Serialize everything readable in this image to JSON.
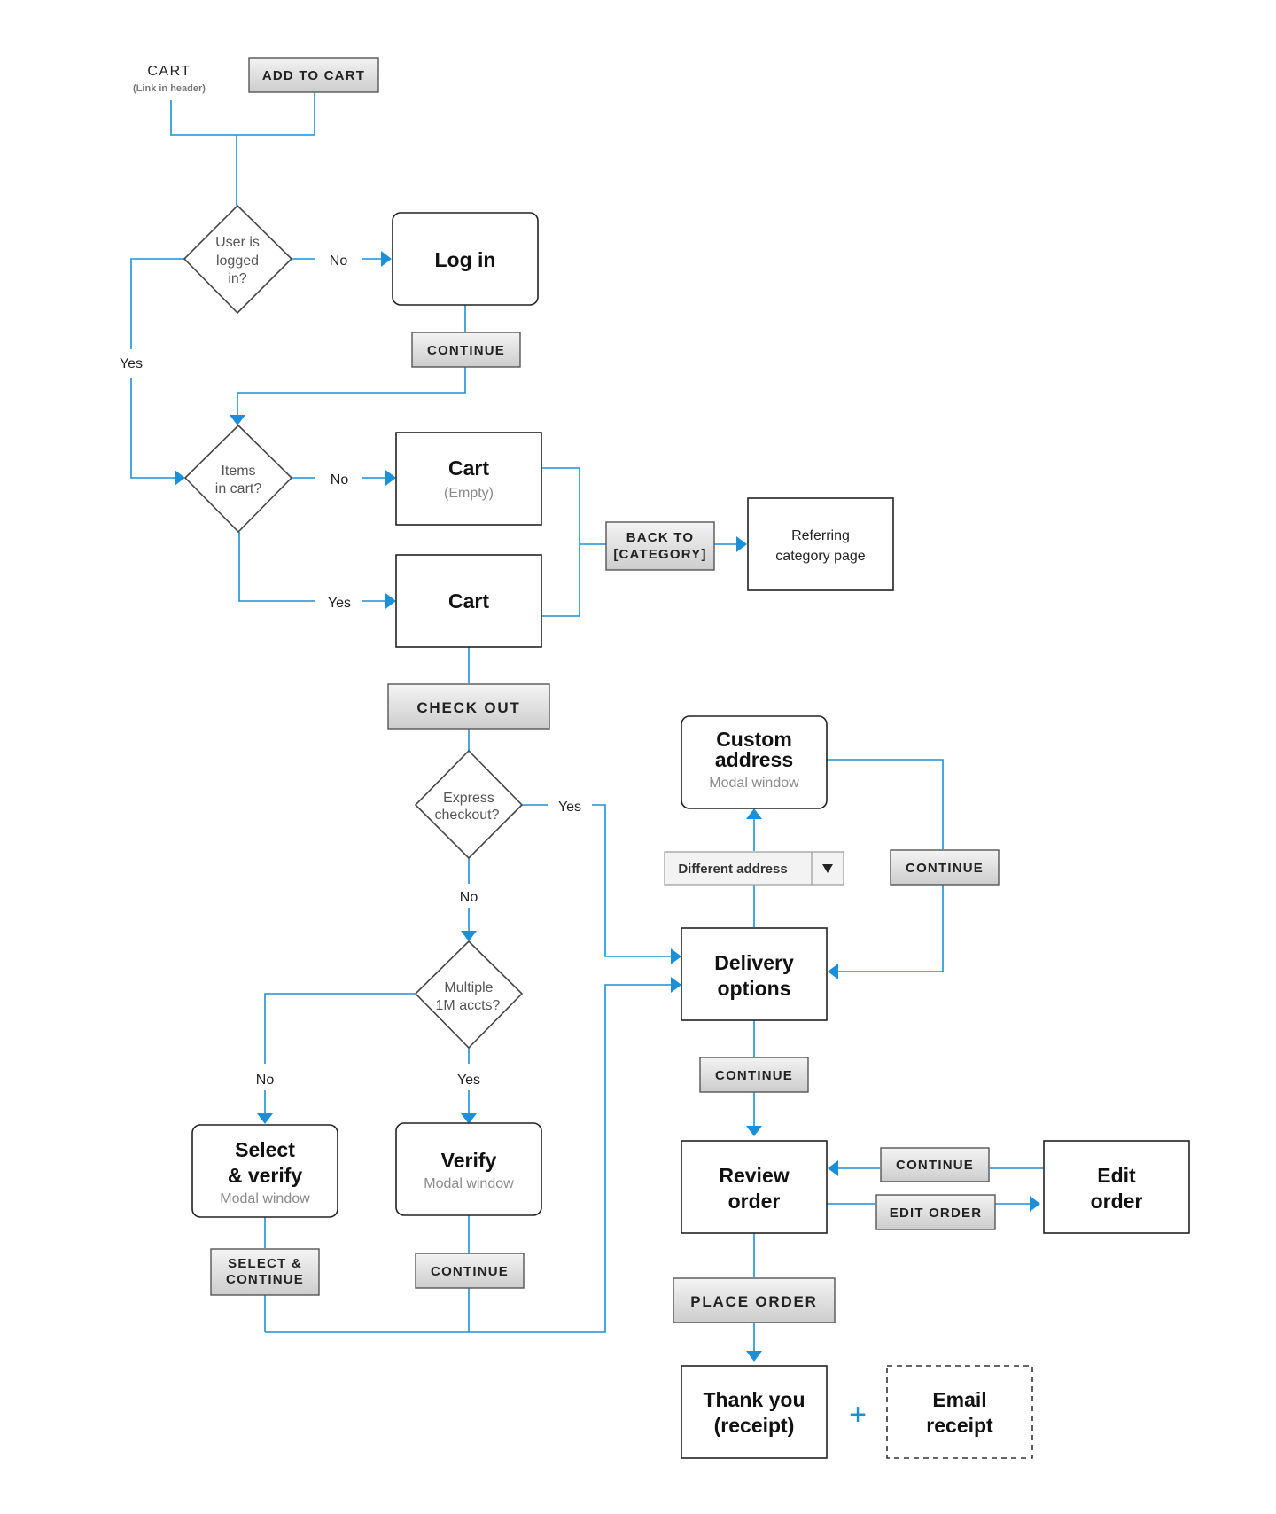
{
  "header": {
    "cart_link": "CART",
    "cart_link_note": "(Link in header)",
    "add_to_cart": "ADD TO CART"
  },
  "decisions": {
    "logged_in": [
      "User is",
      "logged",
      "in?"
    ],
    "items_in_cart": [
      "Items",
      "in cart?"
    ],
    "express_checkout": [
      "Express",
      "checkout?"
    ],
    "multiple_accts": [
      "Multiple",
      "1M accts?"
    ]
  },
  "edges": {
    "no": "No",
    "yes": "Yes"
  },
  "boxes": {
    "login": "Log in",
    "cart_empty_title": "Cart",
    "cart_empty_sub": "(Empty)",
    "cart": "Cart",
    "referring": [
      "Referring",
      "category page"
    ],
    "custom_address_title": [
      "Custom",
      "address"
    ],
    "custom_address_sub": "Modal window",
    "delivery_options": [
      "Delivery",
      "options"
    ],
    "review_order": [
      "Review",
      "order"
    ],
    "edit_order": [
      "Edit",
      "order"
    ],
    "select_verify_title": [
      "Select",
      "& verify"
    ],
    "select_verify_sub": "Modal window",
    "verify_title": "Verify",
    "verify_sub": "Modal window",
    "thank_you": [
      "Thank you",
      "(receipt)"
    ],
    "email_receipt": [
      "Email",
      "receipt"
    ]
  },
  "buttons": {
    "continue": "CONTINUE",
    "back_to_category": [
      "BACK TO",
      "[CATEGORY]"
    ],
    "check_out": "CHECK OUT",
    "edit_order": "EDIT ORDER",
    "select_continue": [
      "SELECT &",
      "CONTINUE"
    ],
    "place_order": "PLACE ORDER"
  },
  "dropdown": {
    "value": "Different address"
  },
  "plus_sign": "+",
  "colors": {
    "connector": "#1d8fd6",
    "button_fill_top": "#f2f2f2",
    "button_fill_bottom": "#cfcfcf"
  }
}
